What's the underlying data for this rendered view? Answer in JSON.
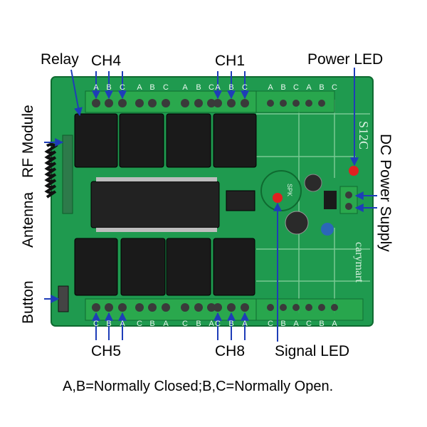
{
  "labels": {
    "relay": "Relay",
    "ch4": "CH4",
    "ch1": "CH1",
    "power_led": "Power LED",
    "rf_module": "RF Module",
    "antenna": "Antenna",
    "button": "Button",
    "dc_power_supply": "DC Power Supply",
    "ch5": "CH5",
    "ch8": "CH8",
    "signal_led": "Signal LED",
    "caption": "A,B=Normally Closed;B,C=Normally Open."
  },
  "board": {
    "terminal_letters_top": [
      "A",
      "B",
      "C",
      "A",
      "B",
      "C",
      "A",
      "B",
      "C",
      "A",
      "B",
      "C",
      "A",
      "B",
      "C",
      "A",
      "B",
      "C"
    ],
    "terminal_letters_bottom": [
      "C",
      "B",
      "A",
      "C",
      "B",
      "A",
      "C",
      "B",
      "A",
      "C",
      "B",
      "A",
      "C",
      "B",
      "A",
      "C",
      "B",
      "A"
    ],
    "model_text": "S12C",
    "brand_text": "carymart",
    "spk_text": "SPK"
  },
  "colors": {
    "pcb": "#1f9a4f",
    "pcb_dark": "#127a3a",
    "relay": "#1a1a1a",
    "terminal": "#2aa84d",
    "pointer": "#1e3db8",
    "led_red": "#e02020",
    "text": "#000000"
  }
}
